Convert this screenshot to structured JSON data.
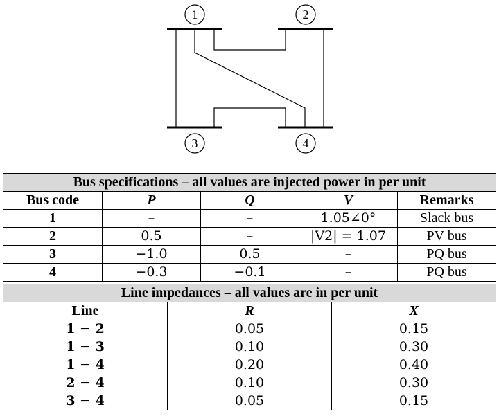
{
  "diagram": {
    "bus_labels": [
      "1",
      "2",
      "3",
      "4"
    ]
  },
  "bus_table": {
    "title": "Bus specifications – all values are injected power in per unit",
    "headers": [
      "Bus code",
      "P",
      "Q",
      "V",
      "Remarks"
    ],
    "rows": [
      [
        "1",
        "–",
        "–",
        "1.05∠0°",
        "Slack bus"
      ],
      [
        "2",
        "0.5",
        "–",
        "|V2| = 1.07",
        "PV bus"
      ],
      [
        "3",
        "−1.0",
        "0.5",
        "–",
        "PQ bus"
      ],
      [
        "4",
        "−0.3",
        "−0.1",
        "–",
        "PQ bus"
      ]
    ]
  },
  "line_table": {
    "title": "Line impedances – all values are in per unit",
    "headers": [
      "Line",
      "R",
      "X"
    ],
    "rows": [
      [
        "1 − 2",
        "0.05",
        "0.15"
      ],
      [
        "1 − 3",
        "0.10",
        "0.30"
      ],
      [
        "1 − 4",
        "0.20",
        "0.40"
      ],
      [
        "2 − 4",
        "0.10",
        "0.30"
      ],
      [
        "3 − 4",
        "0.05",
        "0.15"
      ]
    ]
  }
}
